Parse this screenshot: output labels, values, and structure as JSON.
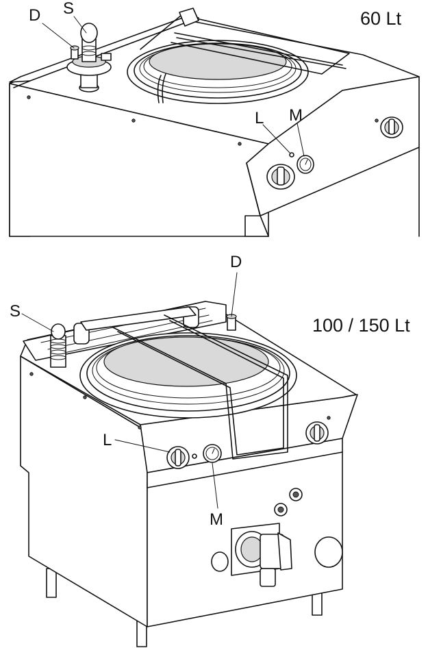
{
  "captions": {
    "top_model": "60 Lt",
    "bottom_model": "100 / 150 Lt"
  },
  "labels": {
    "drain": "D",
    "safety_valve": "S",
    "level_light": "L",
    "manometer": "M"
  },
  "icons": {
    "boiler_60": "boiling-pan-60l-drawing",
    "boiler_100_150": "boiling-pan-100-150l-drawing"
  }
}
